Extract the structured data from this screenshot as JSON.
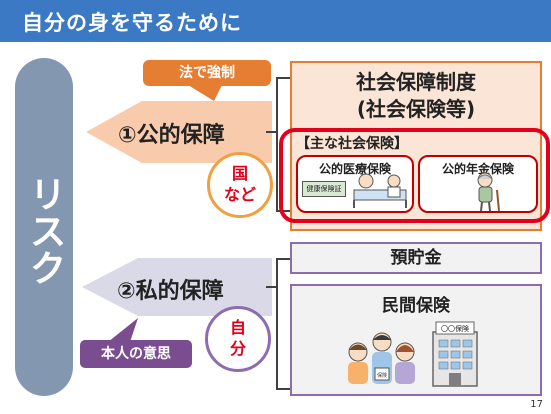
{
  "header": {
    "title": "自分の身を守るために"
  },
  "risk": {
    "label": "リスク"
  },
  "public": {
    "arrow_label": "①公的保障",
    "law_tag": "法で強制",
    "circle_line1": "国",
    "circle_line2": "など",
    "system_title_line1": "社会保障制度",
    "system_title_line2": "(社会保険等)",
    "main_insurance_label": "【主な社会保険】",
    "medical_label": "公的医療保険",
    "insurance_card_text": "健康保険証",
    "pension_label": "公的年金保険"
  },
  "private": {
    "arrow_label": "②私的保障",
    "will_tag": "本人の意思",
    "circle_line1": "自",
    "circle_line2": "分",
    "savings_label": "預貯金",
    "private_insurance_label": "民間保険",
    "company_sign": "〇〇保険",
    "product_label": "保険"
  },
  "colors": {
    "header": "#3b79c4",
    "risk": "#8497b0",
    "public_arrow": "#f8cbad",
    "private_arrow": "#d9d9e8",
    "orange": "#e57e33",
    "purple": "#8e6cae",
    "red": "#e2001a"
  },
  "icons": [
    "hospital-bed-icon",
    "elderly-person-icon",
    "family-icon",
    "office-building-icon"
  ],
  "page_number": "17"
}
